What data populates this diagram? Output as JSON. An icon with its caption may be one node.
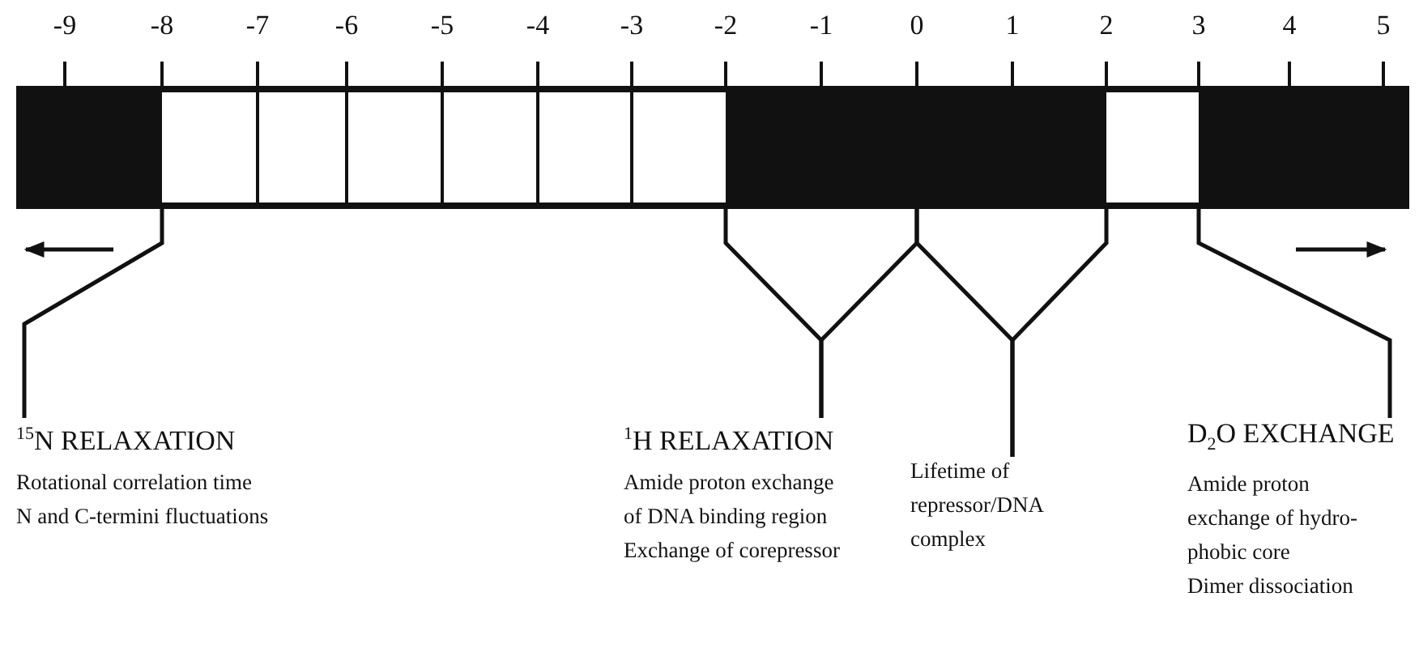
{
  "diagram": {
    "nodes": [
      {
        "text": [
          "$^{15}$N RELAXATION",
          "Rotational correlation time",
          "N and C-termini fluctuations"
        ]
      },
      {
        "text": [
          "$^{1}$H RELAXATION",
          "Amide proton exchange of DNA binding region",
          "Exchange of corepressor"
        ]
      },
      {
        "text": [
          "Lifetime of repressor/DNA complex"
        ]
      },
      {
        "text": [
          "D$_{2}$O EXCHANGE",
          "Amide proton exchange of hydro- phobic core",
          "Dimer dissociation"
        ]
      }
    ],
    "edges": [
      {
        "from": 0,
        "to": null,
        "arrow": "none"
      },
      {
        "from": 1,
        "to": null,
        "arrow": "none"
      },
      {
        "from": 1,
        "to": null,
        "arrow": "none"
      },
      {
        "from": 2,
        "to": null,
        "arrow": "none"
      },
      {
        "from": 2,
        "to": null,
        "arrow": "none"
      },
      {
        "from": 3,
        "to": null,
        "arrow": "none"
      }
    ],
    "labels": [
      "-9",
      "-8",
      "-7",
      "-6",
      "-5",
      "-4",
      "-3",
      "-2",
      "-1",
      "0",
      "1",
      "2",
      "3",
      "4",
      "5"
    ]
  }
}
